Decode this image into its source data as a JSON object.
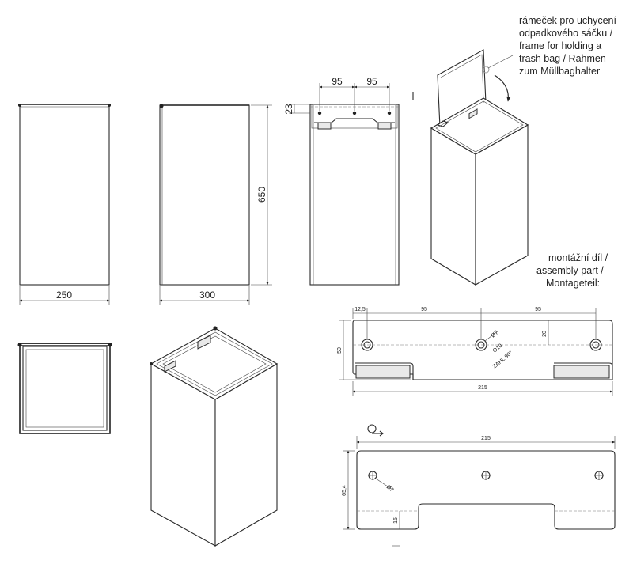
{
  "front_view": {
    "width_label": "250"
  },
  "side_view": {
    "width_label": "300",
    "height_label": "650"
  },
  "back_view": {
    "spacing_left": "95",
    "spacing_right": "95",
    "frame_height": "23"
  },
  "frame_callout": {
    "lines": [
      "rámeček pro uchycení",
      "odpadkového sáčku /",
      "frame for holding a",
      "trash bag / Rahmen",
      "zum Müllbaghalter"
    ]
  },
  "assembly_callout": {
    "lines": [
      "montážní díl /",
      "assembly part /",
      "Montageteil:"
    ]
  },
  "part_top": {
    "edge_offset": "12,5",
    "spacing_left": "95",
    "spacing_right": "95",
    "hole_offset": "20",
    "height": "50",
    "hole_diameter": "Ø7",
    "countersink_diameter": "Ø10",
    "countersink_angle": "ZAHL 90°",
    "width": "215"
  },
  "part_bottom": {
    "width": "215",
    "height": "65,4",
    "hole_diameter": "Ø7",
    "notch_height": "15"
  }
}
